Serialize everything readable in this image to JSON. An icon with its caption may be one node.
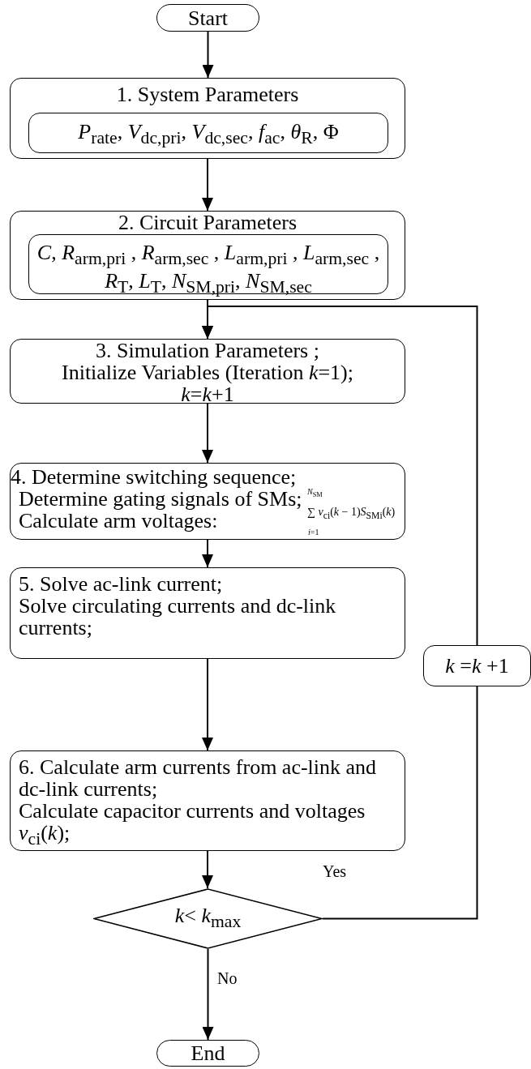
{
  "diagram": {
    "nodes": [
      {
        "text": [
          "Start"
        ]
      },
      {
        "text": [
          "1. System Parameters"
        ]
      },
      {
        "text": [
          "*P*$_{rate}$,  *V*$_{dc,pri}$, *V*$_{dc,sec}$,  *f*$_{ac}$, *θ*$_{R}$, Φ"
        ],
        "in": 1
      },
      {
        "text": [
          "2. Circuit Parameters"
        ]
      },
      {
        "text": [
          "*C*, *R*$_{arm,pri}$ , *R*$_{arm,sec}$ , *L*$_{arm,pri}$ , *L*$_{arm,sec}$ , *R*$_{T}$, *L*$_{T}$, *N*$_{SM,pri}$, *N*$_{SM,sec}$"
        ],
        "in": 3
      },
      {
        "text": [
          "3. Simulation Parameters ;",
          "Initialize Variables  (Iteration *k*=1);",
          "*k*=*k*+1"
        ]
      },
      {
        "text": [
          "4. Determine switching sequence;",
          "Determine gating signals of SMs;",
          "Calculate arm voltages:",
          "∑ *v*$_{ci}$(*k* − 1)*S*$_{SMi}$(*k*)"
        ]
      },
      {
        "text": [
          "5. Solve ac-link current;",
          "Solve circulating currents and dc-link currents;"
        ]
      },
      {
        "text": [
          "6. Calculate arm currents from ac-link and dc-link currents;",
          "Calculate capacitor currents and voltages *v*$_{ci}$(*k*);"
        ]
      },
      {
        "text": [
          "*k*< *k*$_{max}$"
        ]
      },
      {
        "text": [
          "*k* =*k* +1"
        ]
      },
      {
        "text": [
          "End"
        ]
      }
    ],
    "edges": [
      {
        "from": 0,
        "to": 1,
        "arrow": "to"
      },
      {
        "from": 1,
        "to": 3,
        "arrow": "to"
      },
      {
        "from": 3,
        "to": 5,
        "arrow": "to"
      },
      {
        "from": 5,
        "to": 6,
        "arrow": "to"
      },
      {
        "from": 6,
        "to": 7,
        "arrow": "to"
      },
      {
        "from": 7,
        "to": 8,
        "arrow": "to"
      },
      {
        "from": 8,
        "to": 9,
        "arrow": "to"
      },
      {
        "from": 9,
        "to": 10,
        "label": "Yes",
        "arrow": "none"
      },
      {
        "from": 10,
        "to": 5,
        "arrow": "to"
      },
      {
        "from": 9,
        "to": 11,
        "label": "No",
        "arrow": "to"
      }
    ],
    "labels": [
      "*N*$_{SM}$",
      "*i*=1"
    ]
  }
}
